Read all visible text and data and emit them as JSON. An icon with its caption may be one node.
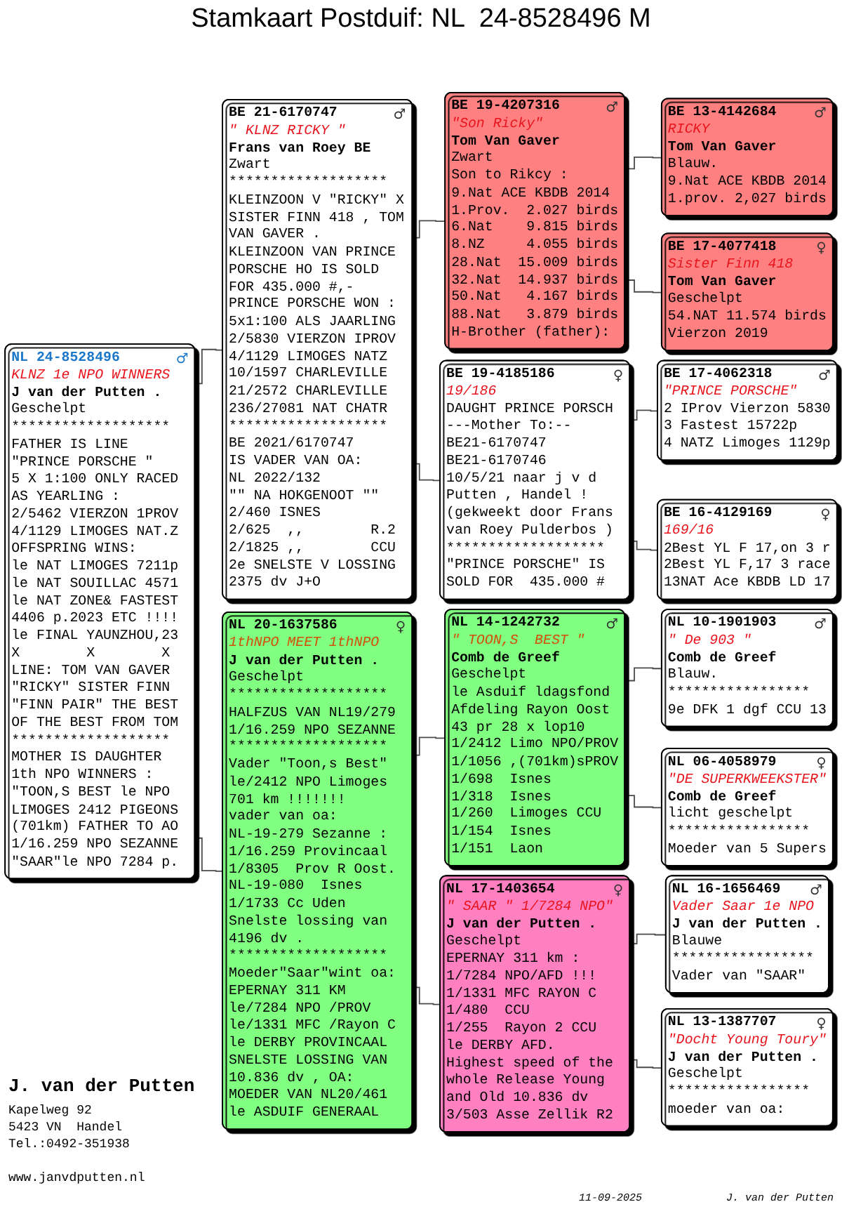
{
  "diagram": {
    "title": "Stamkaart Postduif: NL  24-8528496 M",
    "nodes": [
      {
        "text": [
          "NL 24-8528496",
          "♂",
          "KLNZ 1e NPO WINNERS",
          "J van der Putten .",
          "Geschelpt",
          "*******************",
          "FATHER IS LINE \"PRINCE PORSCHE \"",
          "5 X 1:100 ONLY RACED AS YEARLING :",
          "2/5462 VIERZON 1PROV",
          "4/1129 LIMOGES NAT.Z",
          "OFFSPRING WINS:",
          "le NAT LIMOGES 7211p",
          "le NAT SOUILLAC 4571",
          "le NAT ZONE& FASTEST 4406 p.2023 ETC !!!!",
          "le FINAL YAUNZHOU,23",
          "X        X        X",
          "LINE: TOM VAN GAVER \"RICKY\" SISTER FINN \"FINN PAIR\" THE BEST OF THE BEST FROM TOM",
          "*******************",
          "MOTHER IS DAUGHTER 1th NPO WINNERS :",
          "\"TOON,S BEST le NPO LIMOGES 2412 PIGEONS (701km) FATHER TO AO 1/16.259 NPO SEZANNE",
          "\"SAAR\"le NPO 7284 p."
        ]
      },
      {
        "text": [
          "BE 21-6170747",
          "♂",
          "\" KLNZ RICKY \"",
          "Frans van Roey BE",
          "Zwart",
          "*******************",
          "KLEINZOON V \"RICKY\" X SISTER FINN 418 , TOM VAN GAVER .",
          "KLEINZOON VAN PRINCE PORSCHE HO IS SOLD FOR 435.000 #,-",
          "PRINCE PORSCHE WON :",
          "5x1:100 ALS JAARLING",
          "2/5830 VIERZON IPROV",
          "4/1129 LIMOGES NATZ",
          "10/1597 CHARLEVILLE",
          "21/2572 CHARLEVILLE",
          "236/27081 NAT CHATR",
          "*******************",
          "BE 2021/6170747",
          "IS VADER VAN OA:",
          "NL 2022/132",
          "\"\" NA HOKGENOOT \"\"",
          "2/460 ISNES",
          "2/625  ,,        R.2",
          "2/1825 ,,        CCU",
          "2e SNELSTE V LOSSING",
          "2375 dv J+O"
        ]
      },
      {
        "text": [
          "NL 20-1637586",
          "♀",
          "1thNPO MEET 1thNPO",
          "J van der Putten .",
          "Geschelpt",
          "*******************",
          "HALFZUS VAN NL19/279",
          "1/16.259 NPO SEZANNE",
          "*******************",
          "Vader \"Toon,s Best\"",
          "le/2412 NPO Limoges 701 km !!!!!!!",
          "vader van oa:",
          "NL-19-279 Sezanne :",
          "1/16.259 Provincaal",
          "1/8305  Prov R Oost.",
          "NL-19-080  Isnes",
          "1/1733 Cc Uden",
          "Snelste lossing van 4196 dv .",
          "*******************",
          "Moeder\"Saar\"wint oa:",
          "EPERNAY 311 KM",
          "le/7284 NPO /PROV",
          "le/1331 MFC /Rayon C",
          "le DERBY PROVINCAAL",
          "SNELSTE LOSSING VAN 10.836 dv , OA:",
          "MOEDER VAN NL20/461",
          "le ASDUIF GENERAAL"
        ]
      },
      {
        "text": [
          "BE 19-4207316",
          "♂",
          "\"Son Ricky\"",
          "Tom Van Gaver",
          "Zwart",
          "Son to Rikcy :",
          "9.Nat ACE KBDB 2014",
          "1.Prov.  2.027 birds",
          "6.Nat    9.815 birds",
          "8.NZ     4.055 birds",
          "28.Nat  15.009 birds",
          "32.Nat  14.937 birds",
          "50.Nat   4.167 birds",
          "88.Nat   3.879 birds",
          "H-Brother (father):"
        ]
      },
      {
        "text": [
          "BE 19-4185186",
          "♀",
          "19/186",
          "DAUGHT PRINCE PORSCH",
          "---Mother To:--",
          "BE21-6170747",
          "BE21-6170746",
          "10/5/21 naar j v d Putten , Handel !",
          "(gekweekt door Frans van Roey Pulderbos )",
          "*******************",
          "\"PRINCE PORSCHE\" IS SOLD FOR  435.000 #"
        ]
      },
      {
        "text": [
          "NL 14-1242732",
          "♂",
          "\" TOON,S  BEST \"",
          "Comb de Greef",
          "Geschelpt",
          "le Asduif ldagsfond",
          "Afdeling Rayon Oost",
          "43 pr 28 x lop10",
          "1/2412 Limo NPO/PROV",
          "1/1056 ,(701km)sPROV",
          "1/698  Isnes",
          "1/318  Isnes",
          "1/260  Limoges CCU",
          "1/154  Isnes",
          "1/151  Laon"
        ]
      },
      {
        "text": [
          "NL 17-1403654",
          "♀",
          "\" SAAR \" 1/7284 NPO\"",
          "J van der Putten .",
          "Geschelpt",
          "EPERNAY 311 km :",
          "1/7284 NPO/AFD !!!",
          "1/1331 MFC RAYON C",
          "1/480  CCU",
          "1/255  Rayon 2 CCU",
          "le DERBY AFD.",
          "Highest speed of the whole Release Young and Old 10.836 dv",
          "3/503 Asse Zellik R2"
        ]
      },
      {
        "text": [
          "BE 13-4142684",
          "♂",
          "RICKY",
          "Tom Van Gaver",
          "Blauw.",
          "9.Nat ACE KBDB 2014",
          "1.prov. 2,027 birds"
        ]
      },
      {
        "text": [
          "BE 17-4077418",
          "♀",
          "Sister Finn 418",
          "Tom Van Gaver",
          "Geschelpt",
          "54.NAT 11.574 birds",
          "Vierzon 2019"
        ]
      },
      {
        "text": [
          "BE 17-4062318",
          "♂",
          "\"PRINCE PORSCHE\"",
          "2 IProv Vierzon 5830",
          "3 Fastest 15722p",
          "4 NATZ Limoges 1129p"
        ]
      },
      {
        "text": [
          "BE 16-4129169",
          "♀",
          "169/16",
          "2Best YL F 17,on 3 r",
          "2Best YL F,17 3 race",
          "13NAT Ace KBDB LD 17"
        ]
      },
      {
        "text": [
          "NL 10-1901903",
          "♂",
          "\" De 903 \"",
          "Comb de Greef",
          "Blauw.",
          "*****************",
          "9e DFK 1 dgf CCU 13"
        ]
      },
      {
        "text": [
          "NL 06-4058979",
          "♀",
          "\"DE SUPERKWEEKSTER\"",
          "Comb de Greef",
          "licht geschelpt",
          "*****************",
          "Moeder van 5 Supers"
        ]
      },
      {
        "text": [
          "NL 16-1656469",
          "♂",
          "Vader Saar 1e NPO",
          "J van der Putten .",
          "Blauwe",
          "*****************",
          "Vader van \"SAAR\""
        ]
      },
      {
        "text": [
          "NL 13-1387707",
          "♀",
          "\"Docht Young Toury\"",
          "J van der Putten .",
          "Geschelpt",
          "*****************",
          "moeder van oa:"
        ]
      }
    ],
    "edges": [
      {
        "from": 0,
        "to": 1,
        "arrow": "none"
      },
      {
        "from": 0,
        "to": 2,
        "arrow": "none"
      },
      {
        "from": 1,
        "to": 3,
        "arrow": "none"
      },
      {
        "from": 1,
        "to": 4,
        "arrow": "none"
      },
      {
        "from": 2,
        "to": 5,
        "arrow": "none"
      },
      {
        "from": 2,
        "to": 6,
        "arrow": "none"
      },
      {
        "from": 3,
        "to": 7,
        "arrow": "none"
      },
      {
        "from": 3,
        "to": 8,
        "arrow": "none"
      },
      {
        "from": 4,
        "to": 9,
        "arrow": "none"
      },
      {
        "from": 4,
        "to": 10,
        "arrow": "none"
      },
      {
        "from": 5,
        "to": 11,
        "arrow": "none"
      },
      {
        "from": 5,
        "to": 12,
        "arrow": "none"
      },
      {
        "from": 6,
        "to": 13,
        "arrow": "none"
      },
      {
        "from": 6,
        "to": 14,
        "arrow": "none"
      }
    ],
    "labels": [
      "J. van der Putten",
      "Kapelweg 92",
      "5423 VN  Handel",
      "Tel.:0492-351938",
      "www.janvdputten.nl",
      "11-09-2025",
      "J. van der Putten"
    ]
  }
}
